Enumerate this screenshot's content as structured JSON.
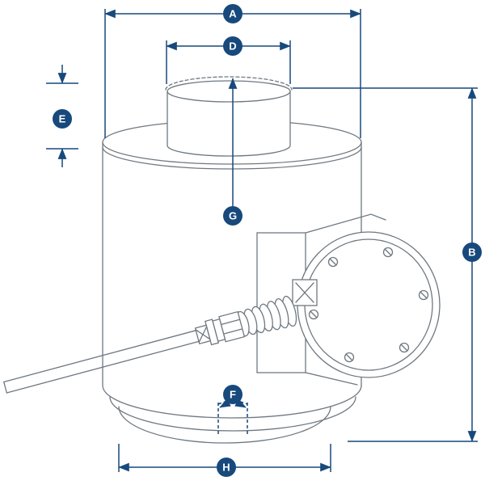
{
  "colors": {
    "background": "#ffffff",
    "drawing": "#6f7880",
    "dimension": "#17497c",
    "label_text": "#ffffff"
  },
  "labels": {
    "a": "A",
    "b": "B",
    "d": "D",
    "e": "E",
    "f": "F",
    "g": "G",
    "h": "H"
  }
}
